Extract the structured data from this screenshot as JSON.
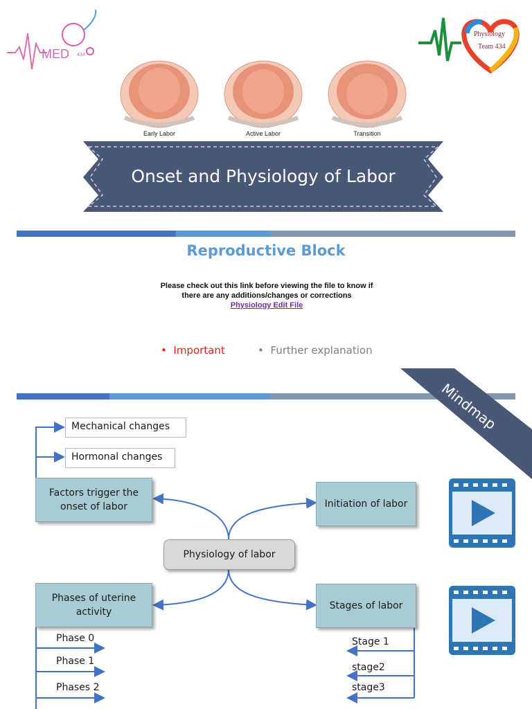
{
  "logos": {
    "left_text": "MED",
    "left_number": "434",
    "right_line1": "Physiology",
    "right_line2": "Team 434"
  },
  "illustration": {
    "stages": [
      "Early Labor",
      "Active Labor",
      "Transition"
    ]
  },
  "title": "Onset and Physiology of Labor",
  "subject": "Reproductive Block",
  "notice": {
    "line1": "Please check out this link before viewing the file to know if",
    "line2": "there are any additions/changes or corrections",
    "link": "Physiology Edit File"
  },
  "legend": {
    "important": "Important",
    "further": "Further explanation"
  },
  "mindmap_tag": "Mindmap",
  "diagram": {
    "center": "Physiology of labor",
    "factors": "Factors trigger the onset of labor",
    "initiation": "Initiation of labor",
    "phases": "Phases of uterine activity",
    "stages": "Stages of labor",
    "changes": [
      "Mechanical changes",
      "Hormonal changes"
    ],
    "phase_items": [
      "Phase 0",
      "Phase 1",
      "Phases 2"
    ],
    "stage_items": [
      "Stage 1",
      "stage2",
      "stage3"
    ]
  },
  "colors": {
    "ribbon": "#4a5878",
    "accent_blue": "#5b9bd5",
    "rule_dark": "#4472c4",
    "rule_light": "#5b9bd5",
    "rule_gray": "#8497b0",
    "important": "#e0211a",
    "video_blue": "#2e75b6"
  }
}
